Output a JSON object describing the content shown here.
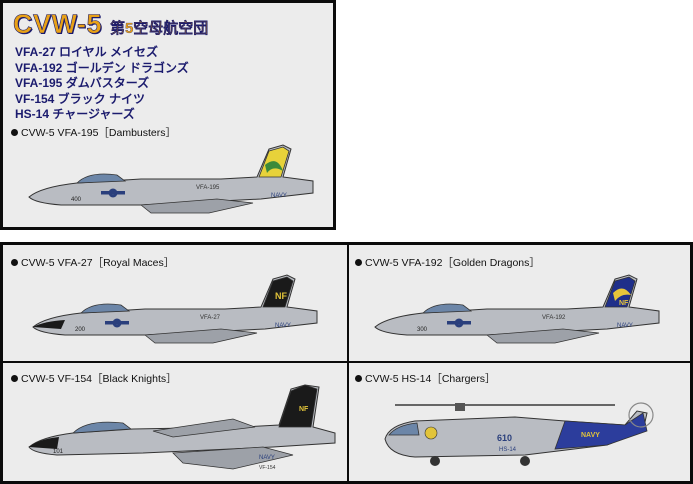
{
  "header": {
    "title": "CVW-5",
    "subtitle": "第5空母航空団"
  },
  "squadrons": [
    "VFA-27 ロイヤル メイセズ",
    "VFA-192 ゴールデン ドラゴンズ",
    "VFA-195 ダムバスターズ",
    "VF-154 ブラック ナイツ",
    "HS-14 チャージャーズ"
  ],
  "profiles": {
    "dambusters": {
      "caption": "CVW-5 VFA-195［Dambusters］",
      "modex": "400",
      "tail_text": "VFA-195",
      "marking": "NAVY",
      "icon": "fa-18-hornet-icon",
      "tail_color": "#e7d23a"
    },
    "royal_maces": {
      "caption": "CVW-5 VFA-27［Royal Maces］",
      "modex": "200",
      "tail_text": "VFA-27",
      "tail_code": "NF",
      "marking": "NAVY",
      "icon": "fa-18-hornet-icon",
      "tail_color": "#1a1a1a"
    },
    "golden_dragons": {
      "caption": "CVW-5 VFA-192［Golden Dragons］",
      "modex": "300",
      "tail_text": "VFA-192",
      "tail_code": "NF",
      "marking": "NAVY",
      "icon": "fa-18-hornet-icon",
      "tail_color": "#1f2f8a"
    },
    "black_knights": {
      "caption": "CVW-5 VF-154［Black Knights］",
      "modex": "101",
      "tail_code": "NF",
      "marking": "NAVY",
      "unit": "VF-154",
      "icon": "f-14-tomcat-icon",
      "tail_color": "#1a1a1a"
    },
    "chargers": {
      "caption": "CVW-5 HS-14［Chargers］",
      "modex": "610",
      "unit": "HS-14",
      "marking": "NAVY",
      "icon": "sh-60-seahawk-icon",
      "tail_color": "#2c3d9c"
    }
  }
}
